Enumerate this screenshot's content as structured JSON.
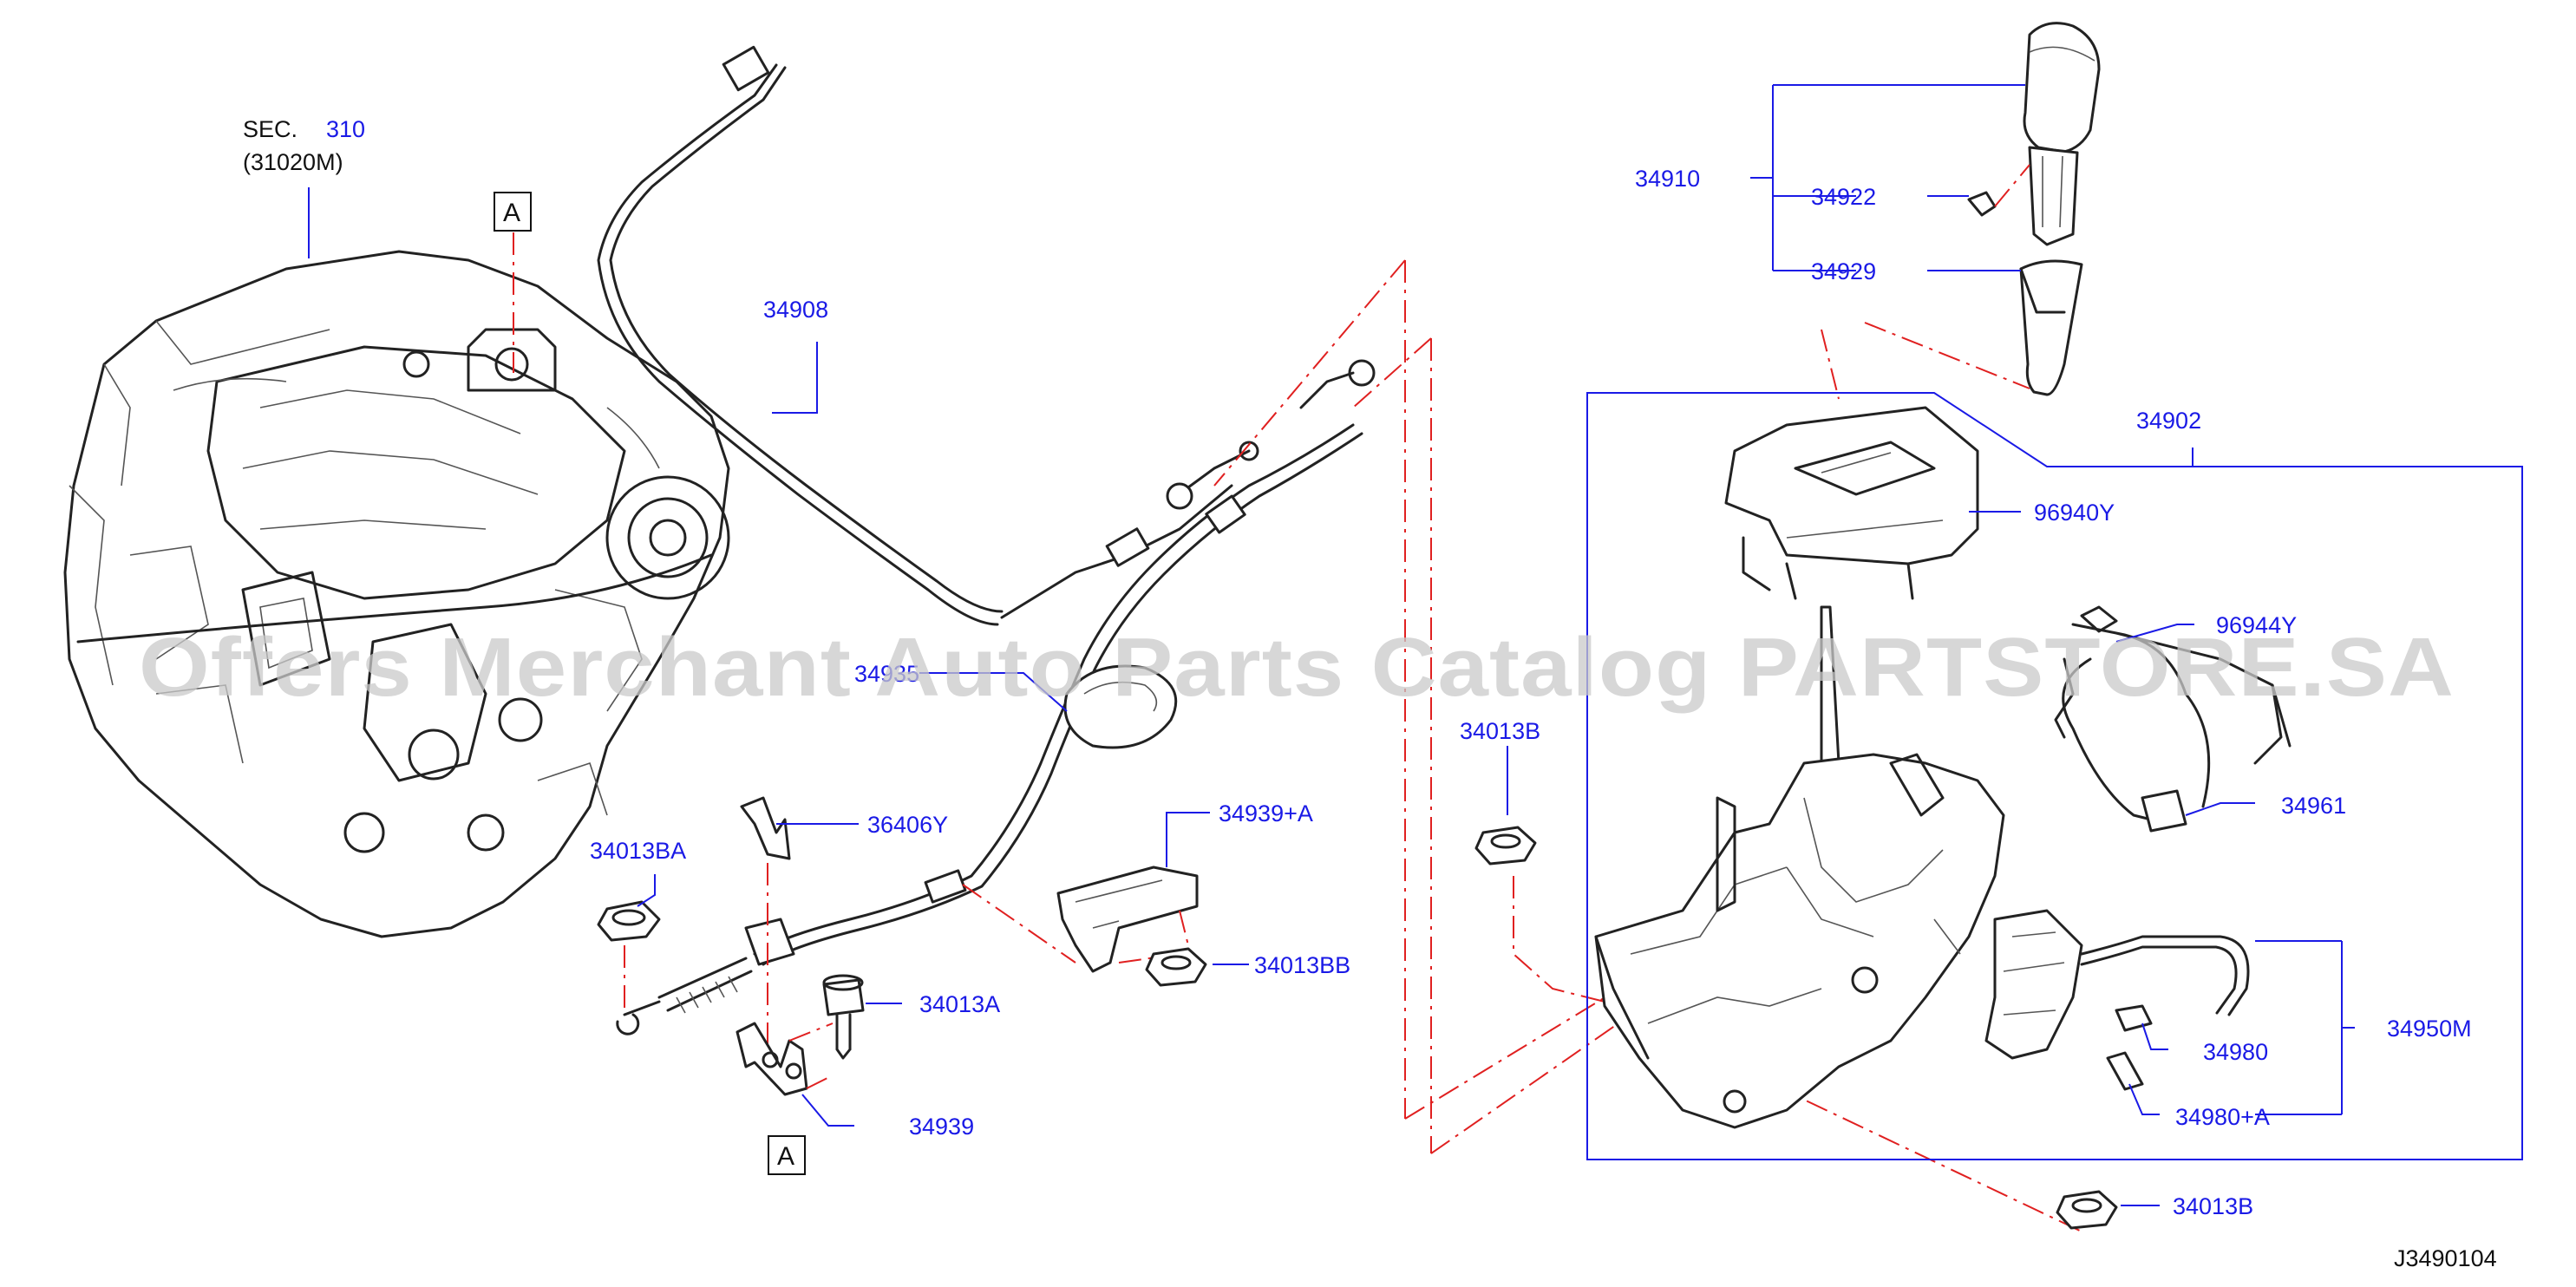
{
  "diagram": {
    "sheet_code": "J3490104",
    "watermark": "Offers Merchant Auto Parts Catalog PARTSTORE.SA",
    "section_ref": {
      "prefix": "SEC.",
      "number": "310",
      "sub": "(31020M)"
    },
    "view_markers": [
      "A",
      "A"
    ],
    "part_labels": {
      "p34908": "34908",
      "p34935": "34935",
      "p36406Y": "36406Y",
      "p34013BA": "34013BA",
      "p34939A": "34939+A",
      "p34013A": "34013A",
      "p34013BB": "34013BB",
      "p34939": "34939",
      "p34013B_top": "34013B",
      "p34910": "34910",
      "p34922": "34922",
      "p34929": "34929",
      "p34902": "34902",
      "p96940Y": "96940Y",
      "p96944Y": "96944Y",
      "p34961": "34961",
      "p34980": "34980",
      "p34950M": "34950M",
      "p34980A": "34980+A",
      "p34013B_bottom": "34013B"
    },
    "colors": {
      "label": "#1a1ae6",
      "centerline": "#e02020",
      "line": "#222222"
    }
  }
}
